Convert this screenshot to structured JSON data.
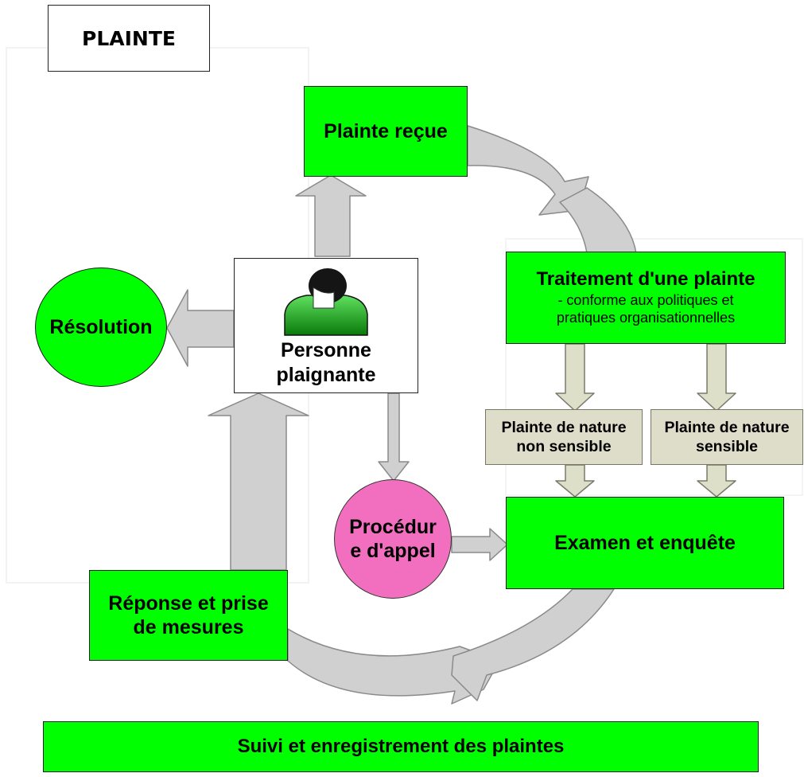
{
  "title": "PLAINTE",
  "nodes": {
    "plainte_recue": "Plainte reçue",
    "traitement": {
      "title": "Traitement d'une plainte",
      "desc_line1": "- conforme aux politiques et",
      "desc_line2": "pratiques organisationnelles"
    },
    "non_sensible": {
      "line1": "Plainte de nature",
      "line2": "non sensible"
    },
    "sensible": {
      "line1": "Plainte de nature",
      "line2": "sensible"
    },
    "examen": "Examen et enquête",
    "procedure": {
      "line1": "Procédur",
      "line2": "e d'appel"
    },
    "personne": {
      "line1": "Personne",
      "line2": "plaignante"
    },
    "resolution": "Résolution",
    "reponse": {
      "line1": "Réponse et prise",
      "line2": "de mesures"
    },
    "suivi": "Suivi et enregistrement des plaintes"
  },
  "icons": {
    "person": "person-icon"
  },
  "colors": {
    "green": "#00ff00",
    "pink": "#f26fc0",
    "beige": "#deddc9",
    "arrow_gray": "#d0d0d0",
    "arrow_border": "#8a8a8a"
  }
}
